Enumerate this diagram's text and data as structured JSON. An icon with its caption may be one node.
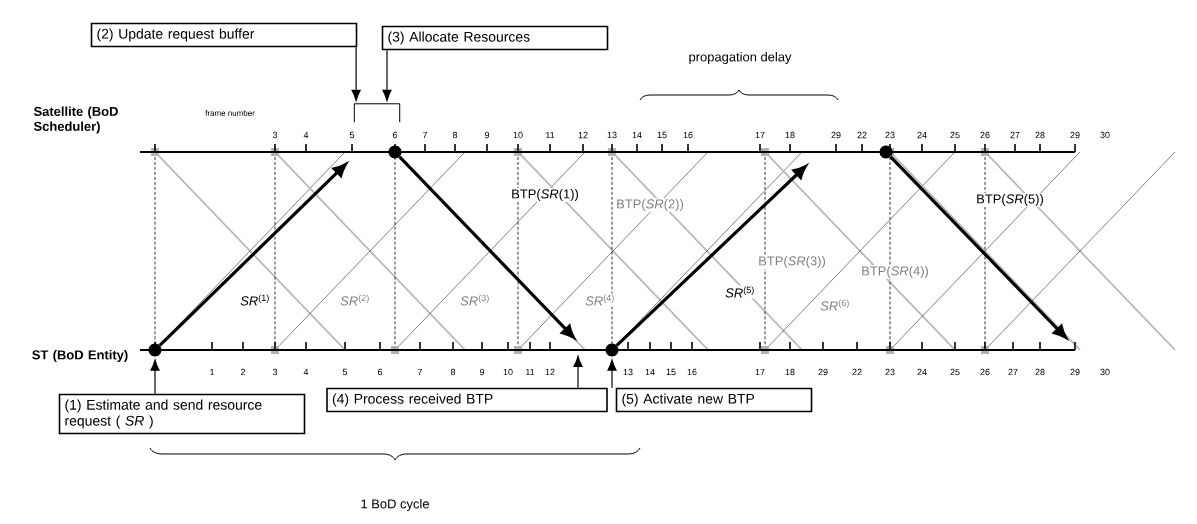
{
  "diagram": {
    "nodes": [
      {
        "text": [
          "(2) Update request buffer"
        ]
      },
      {
        "text": [
          "(3) Allocate Resources"
        ]
      },
      {
        "text": [
          "(1) Estimate and send resource request ( *SR* )"
        ]
      },
      {
        "text": [
          "(4) Process received BTP"
        ]
      },
      {
        "text": [
          "(5) Activate new BTP"
        ]
      },
      {
        "text": [],
        "shape": "circle"
      },
      {
        "text": [],
        "shape": "circle"
      },
      {
        "text": [],
        "shape": "circle"
      },
      {
        "text": [],
        "shape": "circle"
      },
      {
        "text": [],
        "shape": "bracket"
      }
    ],
    "edges": [
      {
        "from": 2,
        "to": 5,
        "arrow": "to"
      },
      {
        "from": 3,
        "to": null,
        "arrow": "to"
      },
      {
        "from": 4,
        "to": 7,
        "arrow": "to"
      },
      {
        "from": 0,
        "to": 9,
        "arrow": "to"
      },
      {
        "from": 1,
        "to": 9,
        "arrow": "to"
      },
      {
        "from": 5,
        "to": null,
        "arrow": "to",
        "style": "thick"
      },
      {
        "from": 6,
        "to": null,
        "arrow": "to",
        "style": "thick"
      },
      {
        "from": 7,
        "to": null,
        "arrow": "to",
        "style": "thick"
      },
      {
        "from": 8,
        "to": null,
        "arrow": "to",
        "style": "thick"
      }
    ],
    "labels": [
      "propagation delay",
      "frame number",
      "Satellite (BoD Scheduler)",
      "3",
      "4",
      "5",
      "6",
      "7",
      "8",
      "9",
      "10",
      "11",
      "12",
      "13",
      "14",
      "15",
      "16",
      "17",
      "18",
      "29",
      "22",
      "23",
      "24",
      "25",
      "26",
      "27",
      "28",
      "29",
      "30",
      "BTP(*SR*(1))",
      "BTP(*SR*(2))",
      "BTP(*SR*(3))",
      "BTP(*SR*(4))",
      "BTP(*SR*(5))",
      "*SR*$^{(1)}$",
      "*SR*$^{(2)}$",
      "*SR*$^{(3)}$",
      "*SR*$^{(4)}$",
      "*SR*$^{(5)}$",
      "*SR*$^{(6)}$",
      "ST (BoD Entity)",
      "1",
      "2",
      "3",
      "4",
      "5",
      "6",
      "7",
      "8",
      "9",
      "10",
      "11",
      "12",
      "13",
      "14",
      "15",
      "16",
      "17",
      "18",
      "29",
      "22",
      "23",
      "24",
      "25",
      "26",
      "27",
      "28",
      "29",
      "30",
      "1 BoD cycle"
    ]
  }
}
